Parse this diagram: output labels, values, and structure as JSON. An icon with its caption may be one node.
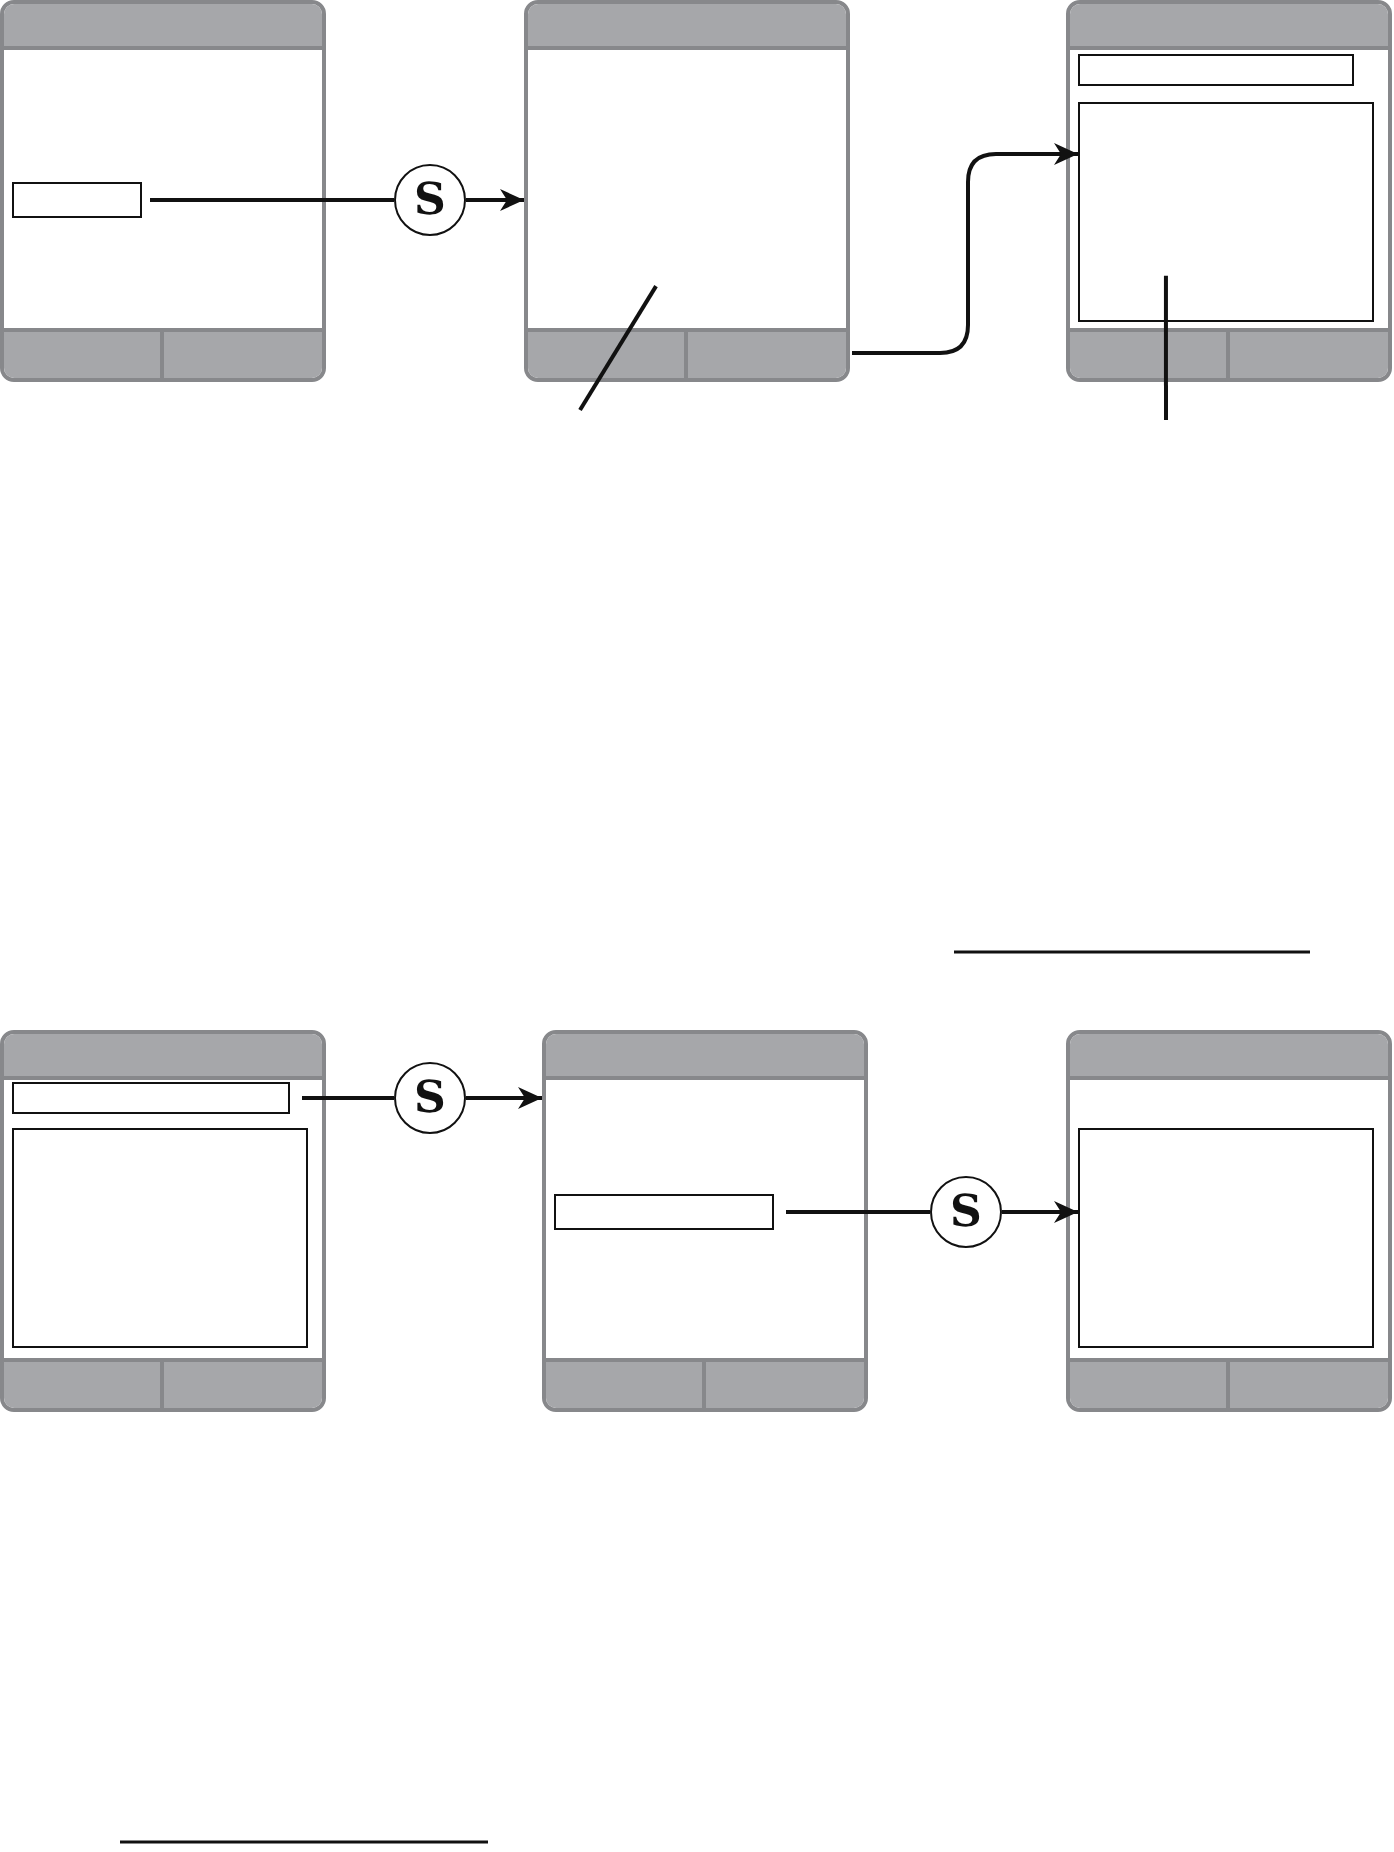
{
  "diagram": {
    "nodes": [
      {
        "text": [],
        "shape": "box"
      },
      {
        "text": [],
        "shape": "bar",
        "in": 0
      },
      {
        "text": [],
        "shape": "box",
        "in": 0
      },
      {
        "text": [],
        "shape": "box",
        "in": 0
      },
      {
        "text": [],
        "shape": "box",
        "in": 0
      },
      {
        "text": [
          "S"
        ]
      },
      {
        "text": [],
        "shape": "box"
      },
      {
        "text": [],
        "shape": "bar",
        "in": 6
      },
      {
        "text": [],
        "shape": "box",
        "in": 6
      },
      {
        "text": [],
        "shape": "box",
        "in": 6
      },
      {
        "text": [],
        "shape": "box"
      },
      {
        "text": [],
        "shape": "bar",
        "in": 10
      },
      {
        "text": [],
        "shape": "box",
        "in": 10
      },
      {
        "text": [],
        "shape": "box",
        "in": 10
      },
      {
        "text": [],
        "shape": "box",
        "in": 10
      },
      {
        "text": [],
        "shape": "box",
        "in": 10
      },
      {
        "text": [],
        "shape": "box"
      },
      {
        "text": [],
        "shape": "bar",
        "in": 16
      },
      {
        "text": [],
        "shape": "box",
        "in": 16
      },
      {
        "text": [],
        "shape": "box",
        "in": 16
      },
      {
        "text": [],
        "shape": "box",
        "in": 16
      },
      {
        "text": [],
        "shape": "box",
        "in": 16
      },
      {
        "text": [
          "S"
        ]
      },
      {
        "text": [],
        "shape": "box"
      },
      {
        "text": [],
        "shape": "bar",
        "in": 23
      },
      {
        "text": [],
        "shape": "box",
        "in": 23
      },
      {
        "text": [],
        "shape": "box",
        "in": 23
      },
      {
        "text": [],
        "shape": "box",
        "in": 23
      },
      {
        "text": [
          "S"
        ]
      },
      {
        "text": [],
        "shape": "box"
      },
      {
        "text": [],
        "shape": "bar",
        "in": 29
      },
      {
        "text": [],
        "shape": "box",
        "in": 29
      },
      {
        "text": [],
        "shape": "box",
        "in": 29
      },
      {
        "text": [],
        "shape": "box",
        "in": 29
      }
    ],
    "edges": [
      {
        "from": 2,
        "to": 5,
        "arrow": "none"
      },
      {
        "from": 5,
        "to": 6,
        "arrow": "to"
      },
      {
        "from": 9,
        "to": 13,
        "arrow": "to"
      },
      {
        "from": null,
        "to": 6,
        "arrow": "none"
      },
      {
        "from": null,
        "to": 13,
        "arrow": "none"
      },
      {
        "from": 18,
        "to": 22,
        "arrow": "none"
      },
      {
        "from": 22,
        "to": 23,
        "arrow": "to"
      },
      {
        "from": 25,
        "to": 28,
        "arrow": "none"
      },
      {
        "from": 28,
        "to": 31,
        "arrow": "to"
      }
    ]
  }
}
